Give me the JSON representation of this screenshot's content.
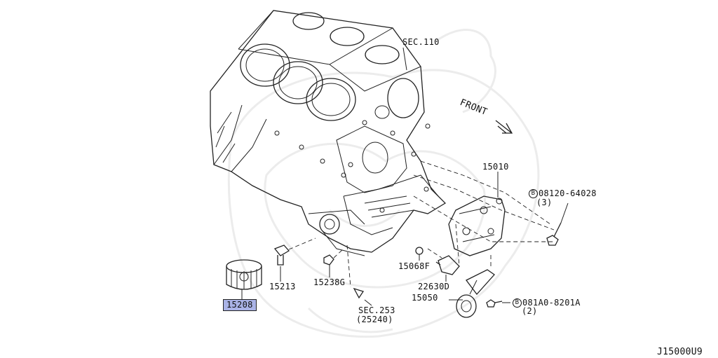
{
  "diagram": {
    "labels": {
      "sec110": "SEC.110",
      "front": "FRONT",
      "p15010": "15010",
      "bolt1_code": "08120-64028",
      "bolt1_qty": "(3)",
      "p15068f": "15068F",
      "p22630d": "22630D",
      "p15050": "15050",
      "bolt2_code": "081A0-8201A",
      "bolt2_qty": "(2)",
      "p15213": "15213",
      "p15238g": "15238G",
      "p15208": "15208",
      "sec253": "SEC.253",
      "sec253_ref": "(25240)",
      "diagram_id": "J15000U9",
      "bolt_symbol": "B"
    },
    "highlight_color": "#aab3e6"
  }
}
